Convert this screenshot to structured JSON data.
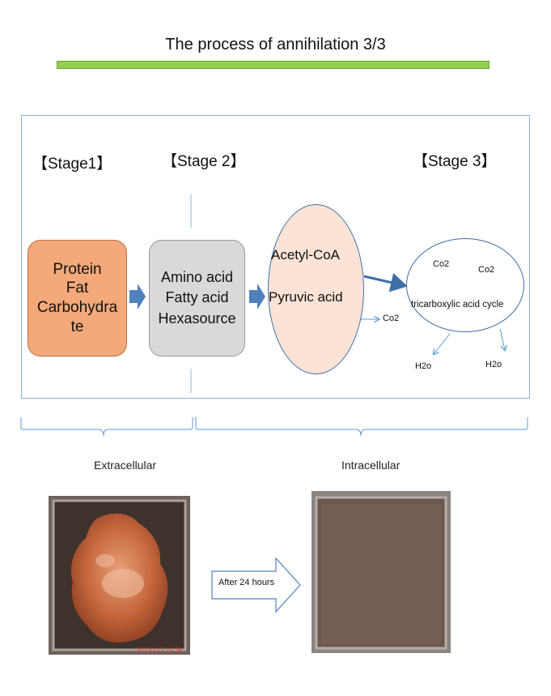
{
  "title": "The process of annihilation  3/3",
  "stages": {
    "stage1": "【Stage1】",
    "stage2": "【Stage 2】",
    "stage3": "【Stage 3】"
  },
  "box1": {
    "lines": [
      "Protein",
      "Fat",
      "Carbohydra",
      "te"
    ]
  },
  "box2": {
    "lines": [
      "Amino acid",
      "Fatty acid",
      "Hexasource"
    ]
  },
  "ellipse1": {
    "top": "Acetyl-CoA",
    "bottom": "Pyruvic acid"
  },
  "ellipse2": {
    "label": "tricarboxylic acid cycle"
  },
  "products": {
    "co2_a": "Co2",
    "co2_b": "Co2",
    "co2_c": "Co2",
    "h2o_a": "H2o",
    "h2o_b": "H2o"
  },
  "captions": {
    "left": "Extracellular",
    "right": "Intracellular"
  },
  "arrow_label": "After 24 hours",
  "photo_stamp": "2013/11/7 15:38",
  "colors": {
    "title_bar": "#92d050",
    "box_orange": "#f4a97a",
    "box_gray": "#d9d9d9",
    "ellipse_pink": "#fbe3d5",
    "arrow_blue": "#4f81bd",
    "frame": "#8fb4d9"
  }
}
